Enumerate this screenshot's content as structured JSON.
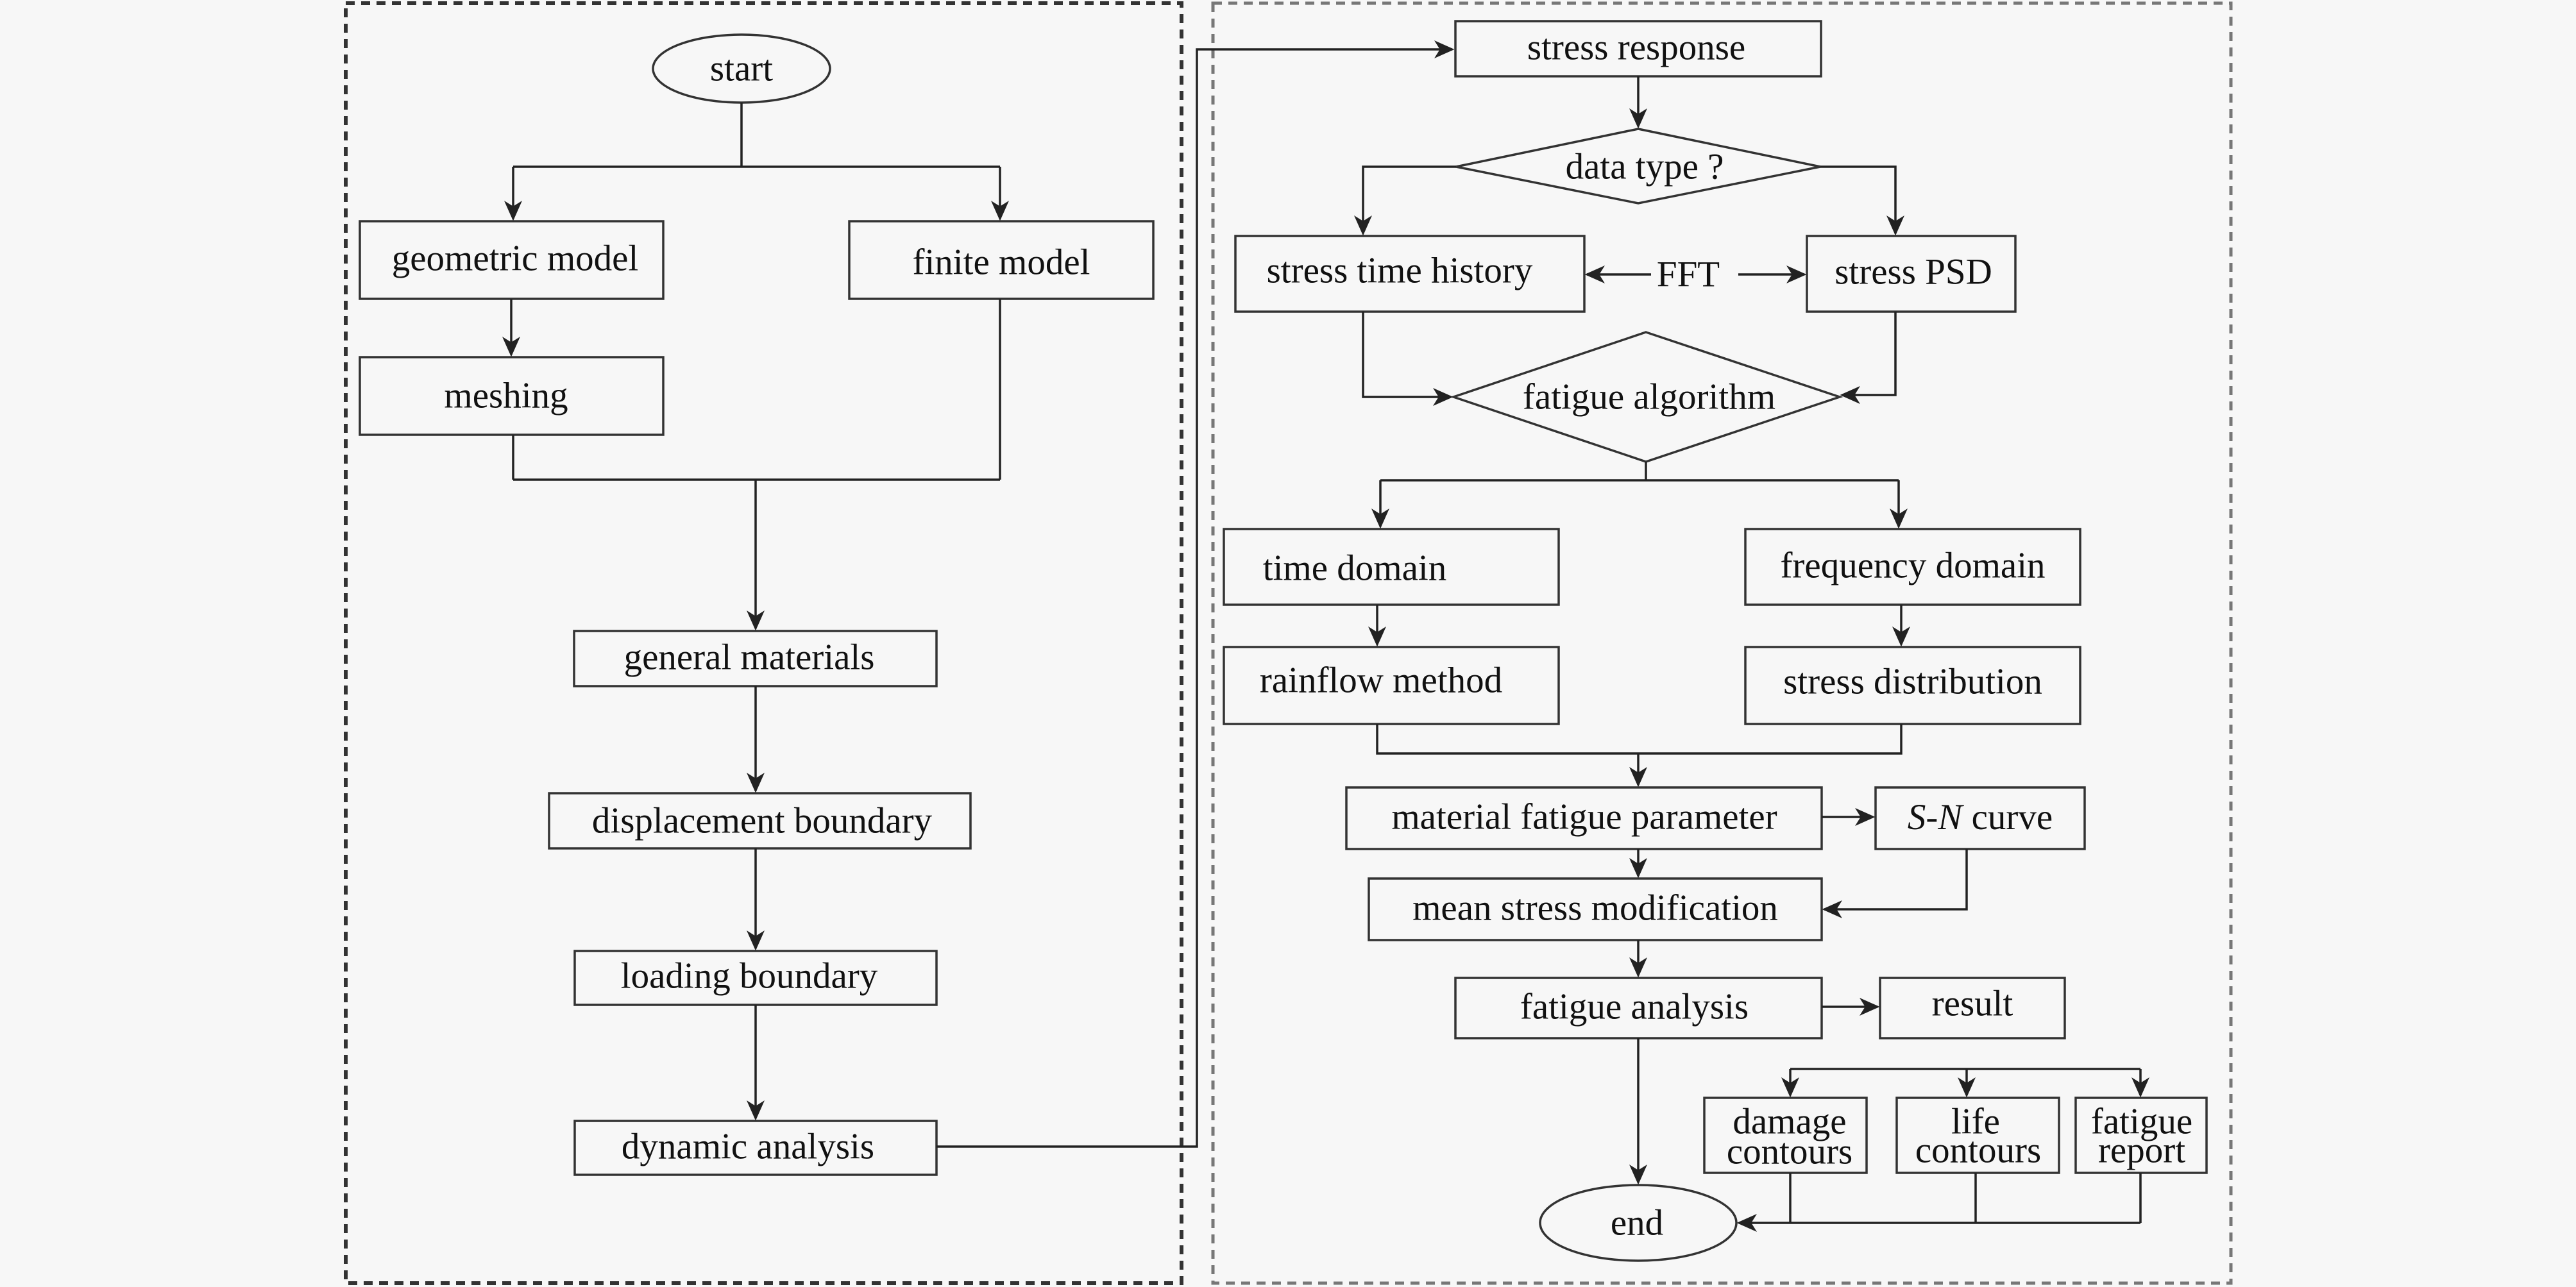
{
  "nodes": {
    "start": "start",
    "geometric_model": "geometric model",
    "finite_model": "finite model",
    "meshing": "meshing",
    "general_materials": "general materials",
    "displacement_boundary": "displacement boundary",
    "loading_boundary": "loading boundary",
    "dynamic_analysis": "dynamic analysis",
    "stress_response": "stress response",
    "data_type": "data type ?",
    "stress_time_history": "stress time  history",
    "fft": "FFT",
    "stress_psd": "stress PSD",
    "fatigue_algorithm": "fatigue algorithm",
    "time_domain": "time domain",
    "frequency_domain": "frequency domain",
    "rainflow_method": "rainflow method",
    "stress_distribution": "stress distribution",
    "material_fatigue_parameter": "material fatigue parameter",
    "sn_curve": {
      "s": "S",
      "dash": "-",
      "n": "N",
      "rest": " curve"
    },
    "mean_stress_modification": "mean stress modification",
    "fatigue_analysis": "fatigue analysis",
    "result": "result",
    "damage_contours": [
      "damage",
      "contours"
    ],
    "life_contours": [
      "life",
      "contours"
    ],
    "fatigue_report": [
      "fatigue",
      "report"
    ],
    "end": "end"
  }
}
